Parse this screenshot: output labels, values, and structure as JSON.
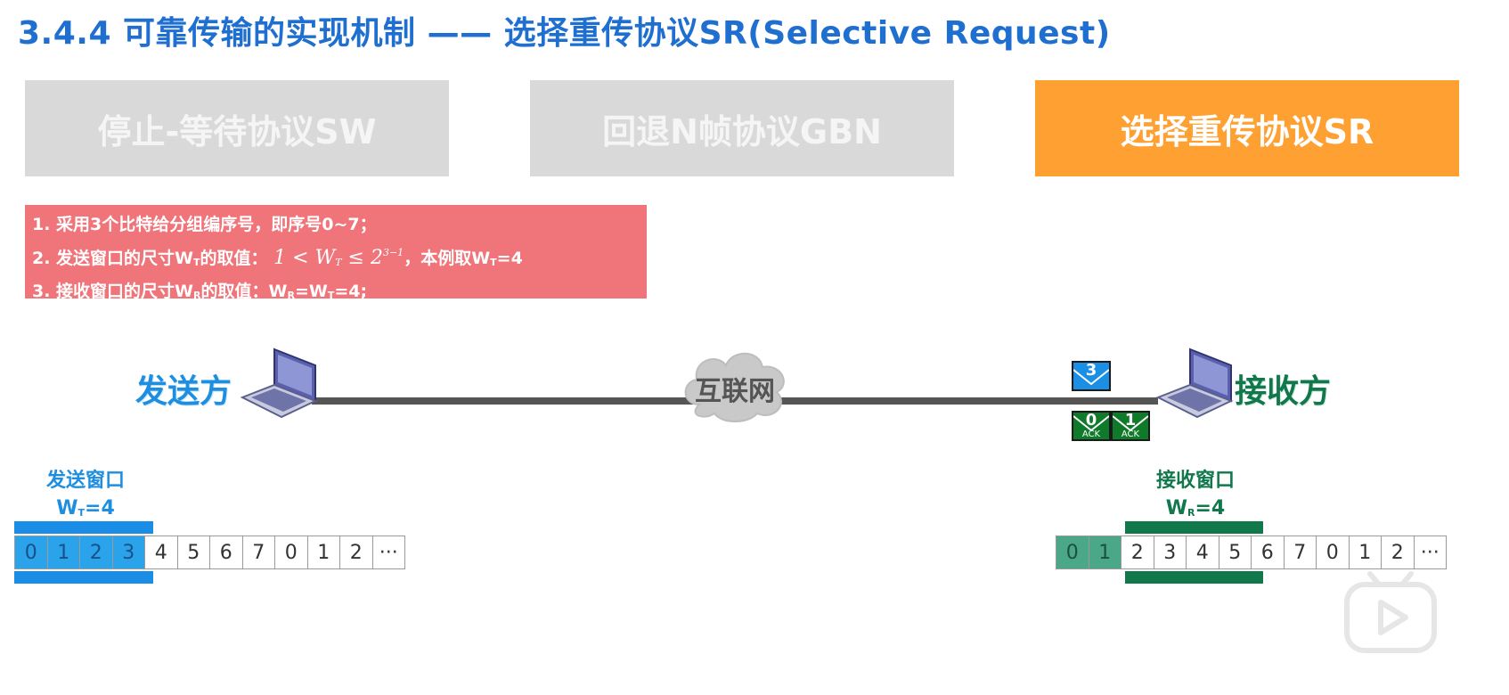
{
  "title": "3.4.4 可靠传输的实现机制 —— 选择重传协议SR(Selective Request)",
  "tabs": [
    {
      "label": "停止-等待协议SW",
      "state": "inactive"
    },
    {
      "label": "回退N帧协议GBN",
      "state": "inactive"
    },
    {
      "label": "选择重传协议SR",
      "state": "active"
    }
  ],
  "notes": {
    "line1": "1. 采用3个比特给分组编序号，即序号0~7；",
    "line2_prefix": "2. 发送窗口的尺寸W",
    "line2_sub": "T",
    "line2_mid": "的取值：",
    "line2_formula_a": "1 < W",
    "line2_formula_sub": "T",
    "line2_formula_b": " ≤ 2",
    "line2_formula_sup": "3−1",
    "line2_suffix": "，本例取W",
    "line2_suffix_sub": "T",
    "line2_suffix_end": "=4",
    "line3_prefix": "3. 接收窗口的尺寸W",
    "line3_sub": "R",
    "line3_mid": "的取值：W",
    "line3_sub2": "R",
    "line3_eq": "=W",
    "line3_sub3": "T",
    "line3_end": "=4;"
  },
  "sender": {
    "label": "发送方",
    "window_title": "发送窗口",
    "window_size_prefix": "W",
    "window_size_sub": "T",
    "window_size_value": "=4",
    "sequence": [
      "0",
      "1",
      "2",
      "3",
      "4",
      "5",
      "6",
      "7",
      "0",
      "1",
      "2",
      "···"
    ],
    "window_start": 0,
    "window_length": 4
  },
  "receiver": {
    "label": "接收方",
    "window_title": "接收窗口",
    "window_size_prefix": "W",
    "window_size_sub": "R",
    "window_size_value": "=4",
    "sequence": [
      "0",
      "1",
      "2",
      "3",
      "4",
      "5",
      "6",
      "7",
      "0",
      "1",
      "2",
      "···"
    ],
    "acked_cells": 2,
    "window_start": 2,
    "window_length": 4
  },
  "network": {
    "label": "互联网"
  },
  "messages": {
    "data_frame": "3",
    "acks": [
      {
        "num": "0",
        "label": "ACK"
      },
      {
        "num": "1",
        "label": "ACK"
      }
    ]
  },
  "colors": {
    "title": "#1f6fd0",
    "tab_inactive": "#d9d9d9",
    "tab_active": "#ffa033",
    "notes_bg": "#f0757a",
    "sender": "#1e8fe0",
    "receiver": "#10784a"
  },
  "icons": {
    "sender_device": "laptop-icon",
    "receiver_device": "laptop-icon",
    "network": "cloud-icon",
    "data_frame": "envelope-icon",
    "ack": "envelope-icon",
    "player": "play-button-icon"
  }
}
